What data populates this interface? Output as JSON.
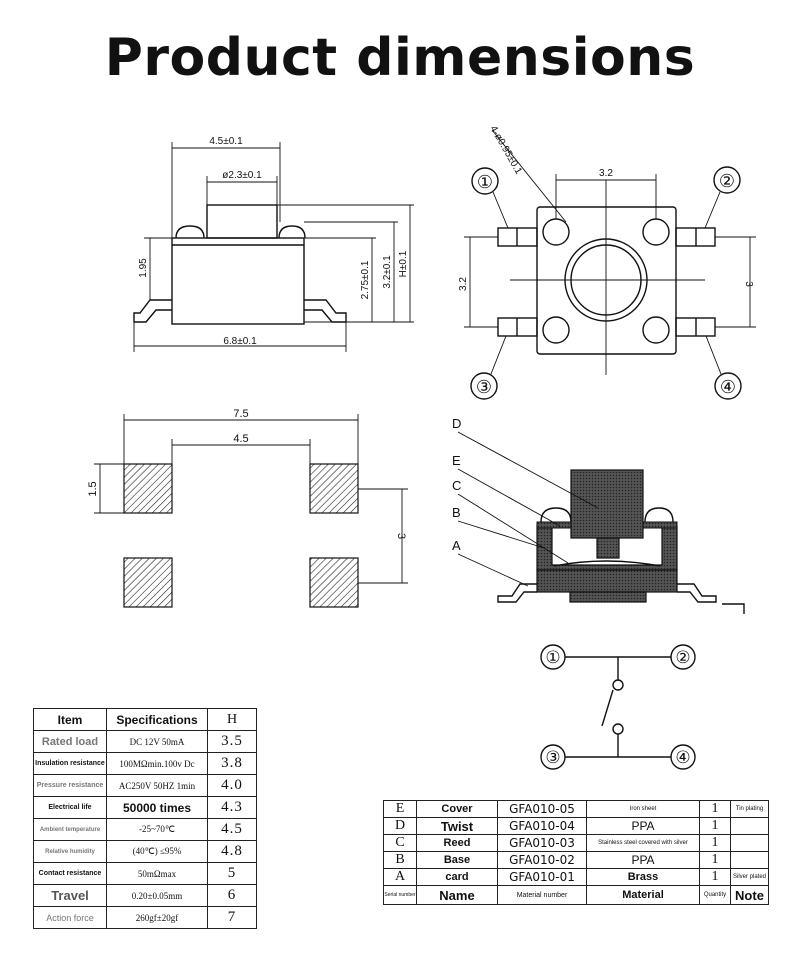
{
  "title": "Product dimensions",
  "side_view": {
    "dim_width": "4.5±0.1",
    "dim_button": "ø2.3±0.1",
    "dim_base": "6.8±0.1",
    "dim_left": "1.95",
    "dim_h1": "2.75±0.1",
    "dim_h2": "3.2±0.1",
    "dim_h3": "H±0.1"
  },
  "top_view": {
    "dim_holes": "4-ø0.95±0.1",
    "dim_top": "3.2",
    "dim_left": "3.2",
    "dim_right": "3",
    "pin1": "①",
    "pin2": "②",
    "pin3": "③",
    "pin4": "④"
  },
  "footprint": {
    "dim_width": "7.5",
    "dim_inner": "4.5",
    "dim_pad": "1.5",
    "dim_pitch": "3"
  },
  "section": {
    "label_d": "D",
    "label_e": "E",
    "label_c": "C",
    "label_b": "B",
    "label_a": "A"
  },
  "schematic": {
    "pin1": "①",
    "pin2": "②",
    "pin3": "③",
    "pin4": "④"
  },
  "spec_table": {
    "headers": [
      "Item",
      "Specifications",
      "H"
    ],
    "rows": [
      {
        "item": "Rated load",
        "spec": "DC 12V 50mA",
        "h": "3.5"
      },
      {
        "item": "Insulation resistance",
        "spec": "100MΩmin.100v Dc",
        "h": "3.8"
      },
      {
        "item": "Pressure resistance",
        "spec": "AC250V 50HZ 1min",
        "h": "4.0"
      },
      {
        "item": "Electrical life",
        "spec": "50000 times",
        "h": "4.3"
      },
      {
        "item": "Ambient temperature",
        "spec": "-25~70℃",
        "h": "4.5"
      },
      {
        "item": "Relative humidity",
        "spec": "(40℃) ≤95%",
        "h": "4.8"
      },
      {
        "item": "Contact resistance",
        "spec": "50mΩmax",
        "h": "5"
      },
      {
        "item": "Travel",
        "spec": "0.20±0.05mm",
        "h": "6"
      },
      {
        "item": "Action force",
        "spec": "260gf±20gf",
        "h": "7"
      }
    ]
  },
  "bom_table": {
    "rows": [
      {
        "serial": "E",
        "name": "Cover",
        "number": "GFA010-05",
        "material": "Iron sheet",
        "qty": "1",
        "note": "Tin plating"
      },
      {
        "serial": "D",
        "name": "Twist",
        "number": "GFA010-04",
        "material": "PPA",
        "qty": "1",
        "note": ""
      },
      {
        "serial": "C",
        "name": "Reed",
        "number": "GFA010-03",
        "material": "Stainless steel covered with silver",
        "qty": "1",
        "note": ""
      },
      {
        "serial": "B",
        "name": "Base",
        "number": "GFA010-02",
        "material": "PPA",
        "qty": "1",
        "note": ""
      },
      {
        "serial": "A",
        "name": "card",
        "number": "GFA010-01",
        "material": "Brass",
        "qty": "1",
        "note": "Silver plated"
      }
    ],
    "header": {
      "serial": "Serial number",
      "name": "Name",
      "number": "Material number",
      "material": "Material",
      "qty": "Quantity",
      "note": "Note"
    }
  }
}
